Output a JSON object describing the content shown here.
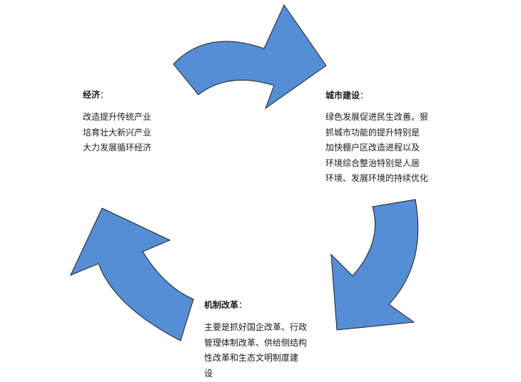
{
  "diagram": {
    "arrow_color": "#558ed5",
    "outline_color": "#1f1f1f",
    "nodes": {
      "economy": {
        "title": "经济",
        "colon": "：",
        "lines": [
          "改造提升传统产业",
          "培育壮大新兴产业",
          "大力发展循环经济"
        ]
      },
      "city": {
        "title": "城市建设",
        "colon": "：",
        "lines": [
          "绿色发展促进民生改善。狠",
          "抓城市功能的提升特别是",
          "加快棚户区改造进程以及",
          "环境综合整治特别是人居",
          "环境、发展环境的持续优化"
        ]
      },
      "reform": {
        "title": "机制改革",
        "colon": "：",
        "lines": [
          "主要是抓好国企改革、行政",
          "管理体制改革、供给侧结构",
          "性改革和生态文明制度建",
          "设"
        ]
      }
    },
    "cycle": [
      "economy",
      "city",
      "reform"
    ]
  }
}
